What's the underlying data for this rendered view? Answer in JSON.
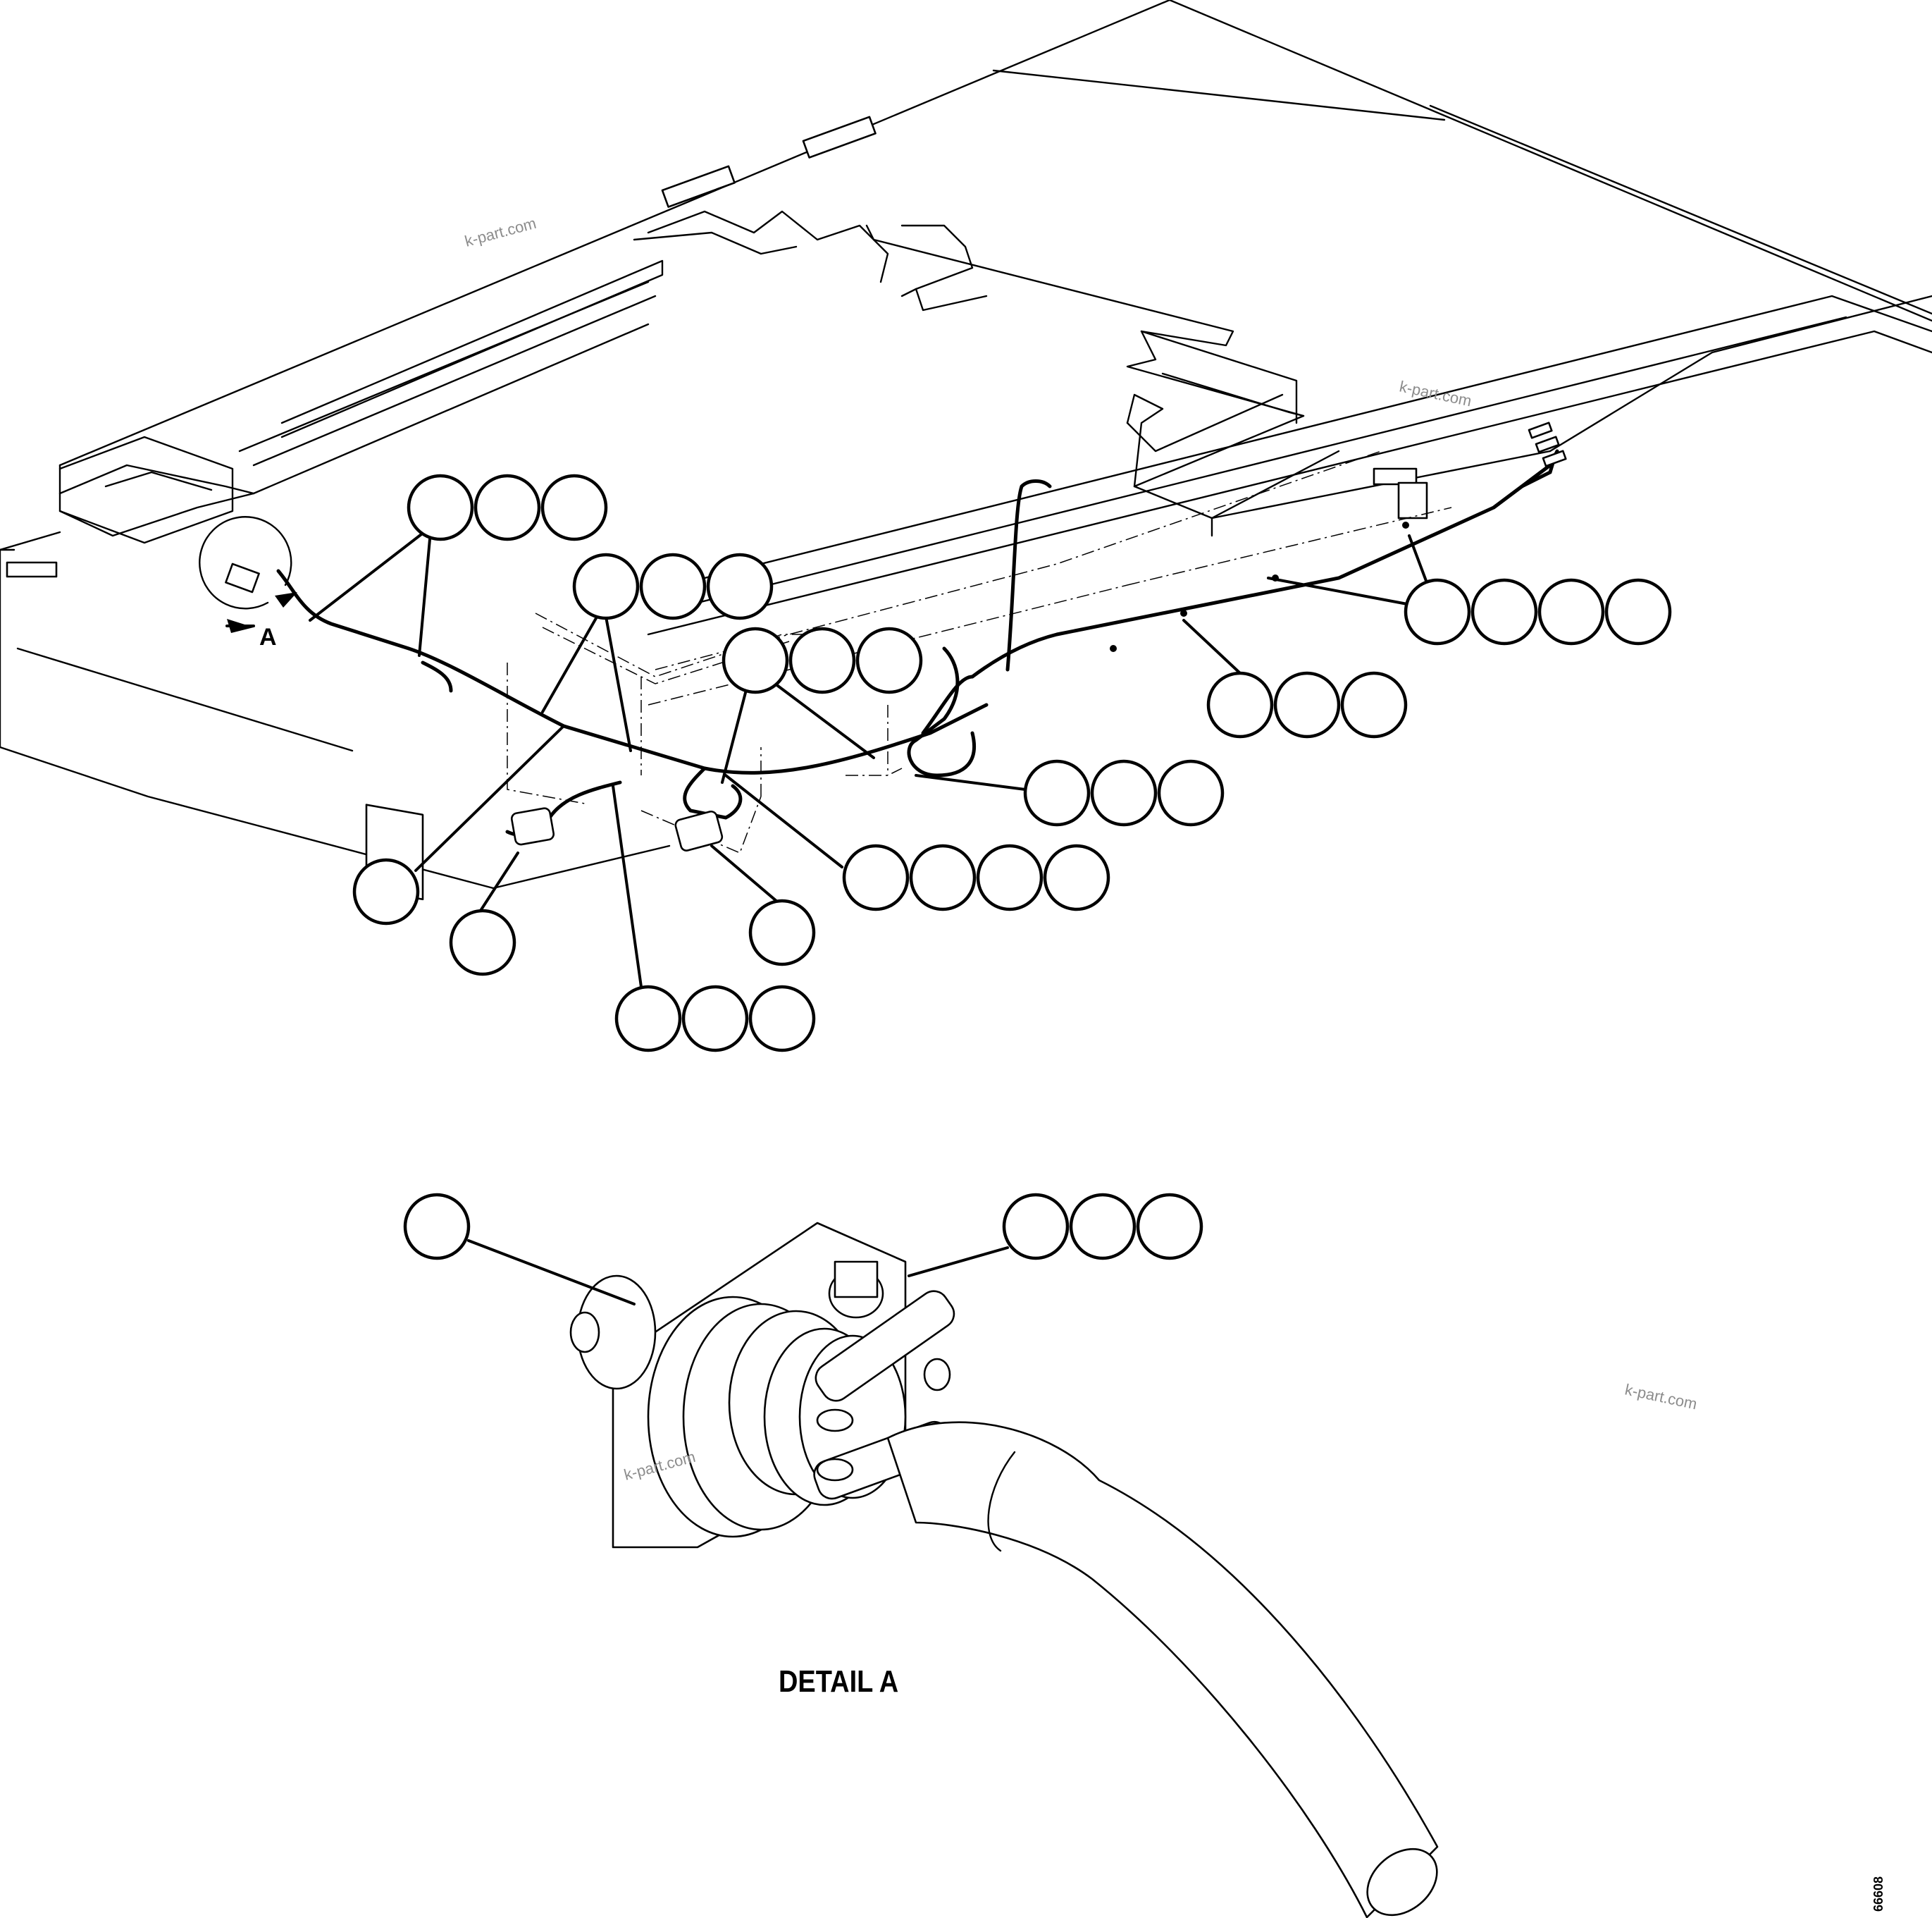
{
  "watermarks": [
    "k-part.com",
    "k-part.com",
    "k-part.com",
    "k-part.com"
  ],
  "view_marker": "A",
  "detail_title": "DETAIL A",
  "figure_number": "66608",
  "callout_groups": [
    {
      "name": "callout-group-1",
      "bubbles": 3
    },
    {
      "name": "callout-group-2",
      "bubbles": 3
    },
    {
      "name": "callout-group-3",
      "bubbles": 3
    },
    {
      "name": "callout-group-4",
      "bubbles": 4
    },
    {
      "name": "callout-group-5",
      "bubbles": 3
    },
    {
      "name": "callout-group-6",
      "bubbles": 3
    },
    {
      "name": "callout-group-7",
      "bubbles": 4
    },
    {
      "name": "callout-group-8",
      "bubbles": 1
    },
    {
      "name": "callout-group-9",
      "bubbles": 1
    },
    {
      "name": "callout-group-10",
      "bubbles": 1
    },
    {
      "name": "callout-group-11",
      "bubbles": 3
    },
    {
      "name": "callout-group-12",
      "bubbles": 1
    },
    {
      "name": "callout-group-13",
      "bubbles": 3
    }
  ]
}
